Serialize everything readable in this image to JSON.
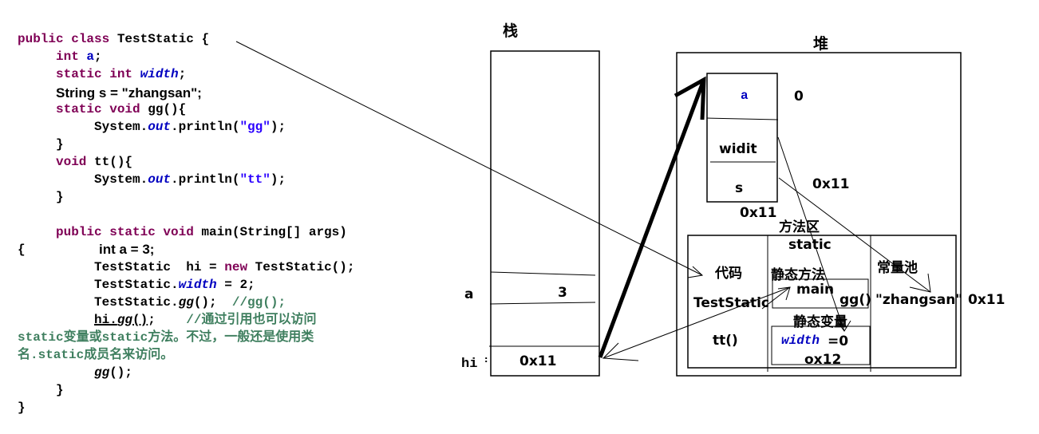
{
  "code": {
    "line1": {
      "kw": "public class",
      "rest": " TestStatic {"
    },
    "line2": {
      "kw": "int",
      "var": "a",
      "end": ";"
    },
    "line3": {
      "kw": "static int",
      "var": "width",
      "end": ";"
    },
    "line4": "String s = \"zhangsan\";",
    "line5": {
      "kw": "static void",
      "rest": " gg(){"
    },
    "line6": {
      "pre": "System.",
      "out": "out",
      "mid": ".println(",
      "str": "\"gg\"",
      "end": ");"
    },
    "line7": "}",
    "line8": {
      "kw": "void",
      "rest": " tt(){"
    },
    "line9": {
      "pre": "System.",
      "out": "out",
      "mid": ".println(",
      "str": "\"tt\"",
      "end": ");"
    },
    "line10": "}",
    "line11": {
      "kw": "public static void",
      "rest": " main(String[] args)"
    },
    "line12": {
      "brace": "{",
      "stmt": "int a = 3;"
    },
    "line13": {
      "pre": "TestStatic  hi = ",
      "kw": "new",
      "rest": " TestStatic();"
    },
    "line14": {
      "pre": "TestStatic.",
      "var": "width",
      "rest": " = 2;"
    },
    "line15": {
      "pre": "TestStatic.",
      "call": "gg",
      "rest": "();",
      "cmt": "  //",
      "cmt_call": "gg",
      "cmt_end": "();"
    },
    "line16": {
      "call_pre": "hi.",
      "call": "gg",
      "call_end": "()",
      "semi": ";",
      "cmt": "    //通过引用也可以访问"
    },
    "line17": "static变量或static方法。不过，一般还是使用类",
    "line18": "名.static成员名来访问。",
    "line19": {
      "call": "gg",
      "rest": "();"
    },
    "line20": "}",
    "line21": "}"
  },
  "stack": {
    "title": "栈",
    "var_a_label": "a",
    "var_a_value": "3",
    "var_hi_label": "hi",
    "var_hi_colon": ":",
    "var_hi_value": "0x11"
  },
  "heap": {
    "title": "堆",
    "object": {
      "field_a": "a",
      "field_a_value": "0",
      "field_width": "widit",
      "field_s": "s",
      "field_s_value": "0x11",
      "address": "0x11"
    },
    "method_area": {
      "title": "方法区",
      "code_label": "代码",
      "class_name": "TestStatic",
      "method_tt": "tt()",
      "static_label": "static",
      "static_methods_label": "静态方法",
      "method_main": "main",
      "method_gg": "gg()",
      "static_vars_label": "静态变量",
      "static_var_name": "width",
      "static_var_value": "=0",
      "static_var_address": "ox12",
      "constant_pool_label": "常量池",
      "constant_string": "\"zhangsan\"",
      "constant_address": "0x11"
    }
  },
  "colors": {
    "keyword": "#7f0055",
    "field": "#0000c0",
    "string": "#2a00ff",
    "comment": "#3f7f5f"
  }
}
